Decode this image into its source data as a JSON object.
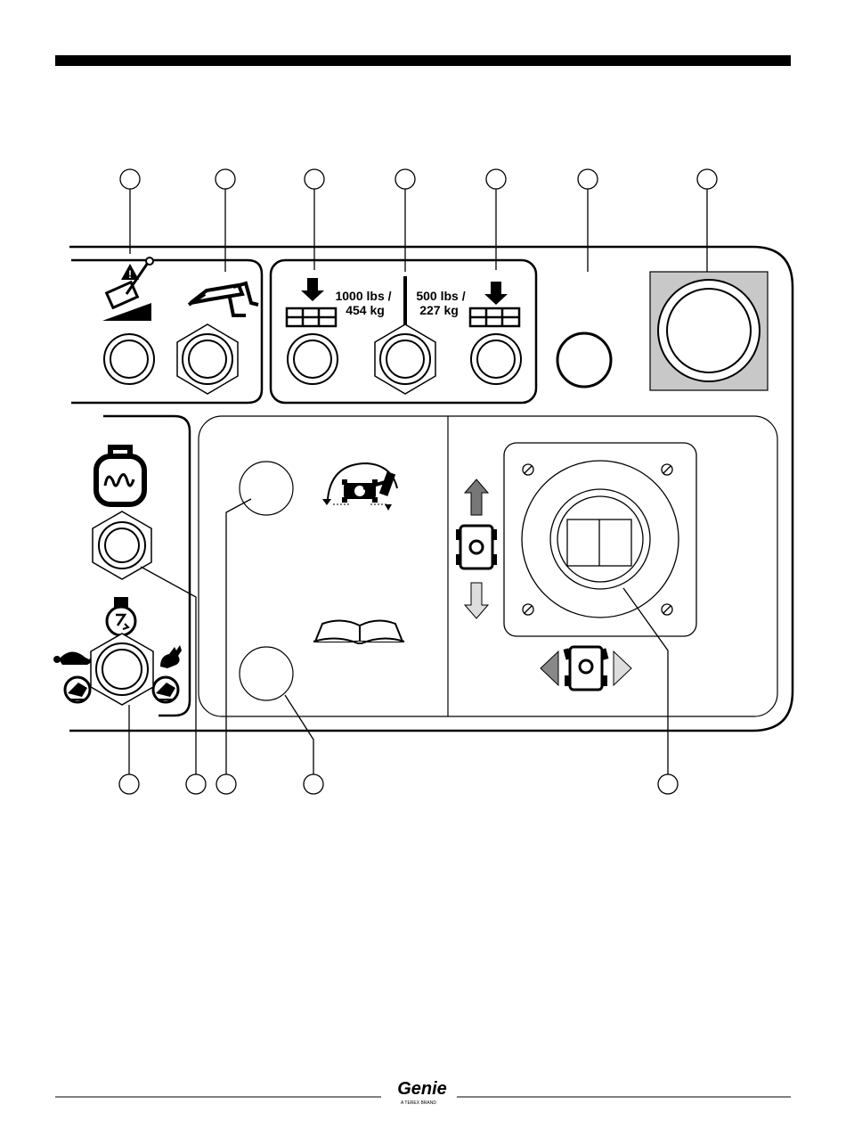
{
  "panel": {
    "capacity_high": {
      "line1": "1000 lbs /",
      "line2": "454 kg"
    },
    "capacity_low": {
      "line1": "500 lbs /",
      "line2": "227 kg"
    }
  },
  "callout_count_top": 7,
  "callout_count_bottom": 5,
  "icons": {
    "arrow_up_color": "#777777",
    "arrow_down_color": "#dddddd",
    "steer_left_color": "#888888",
    "steer_right_color": "#dddddd",
    "estop_plate_color": "#c8c8c8"
  },
  "footer": {
    "logo": "Genie",
    "logo_tagline": "A TEREX BRAND"
  }
}
